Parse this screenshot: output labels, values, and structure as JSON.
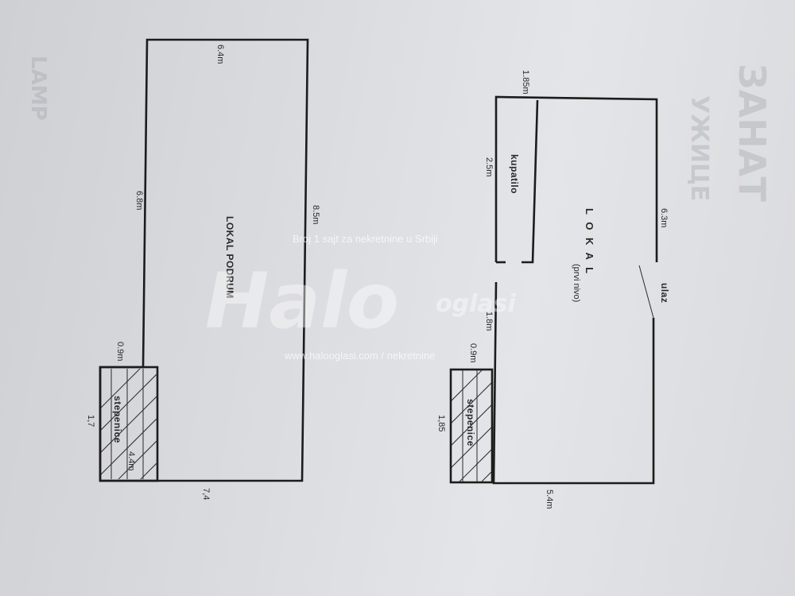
{
  "basement": {
    "title": "LOKAL PODRUM",
    "dims": {
      "top": "6.4m",
      "left": "6.8m",
      "right": "8.5m",
      "bottom": "7,4",
      "stair_top": "0.9m",
      "stair_side": "1,7",
      "stair_length": "4.4m"
    },
    "stairs_label": "stepenice"
  },
  "ground_floor": {
    "title": "L O K A L",
    "subtitle": "(prvi nivo)",
    "bathroom_label": "kupatilo",
    "entrance_label": "ulaz",
    "dims": {
      "top_corner": "1.85m",
      "bathroom": "2.5m",
      "right": "6.3m",
      "left_mid": "1.8m",
      "stair_top": "0.9m",
      "stair_side": "1,85",
      "bottom": "5.4m"
    },
    "stairs_label": "stepenice"
  },
  "watermark": {
    "logo_text": "Halo",
    "logo_suffix": "oglasi",
    "tagline": "Broj 1 sajt za nekretnine u Srbiji",
    "url": "www.halooglasi.com / nekretnine"
  },
  "colors": {
    "wall": "#1c1c1c",
    "paper": "#dadbdf",
    "text": "#2a2a2a"
  }
}
